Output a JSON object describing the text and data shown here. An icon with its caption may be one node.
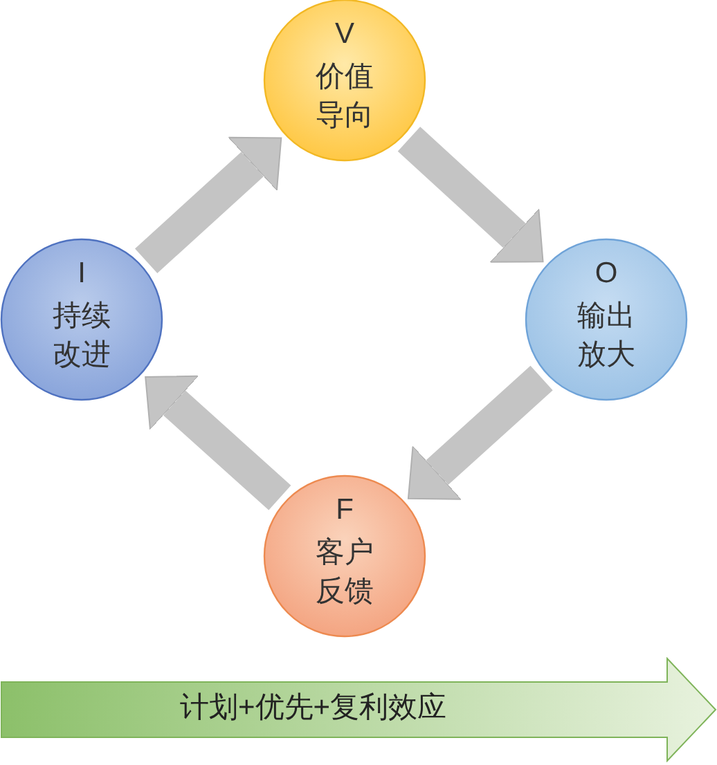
{
  "diagram": {
    "nodes": [
      {
        "text": [
          "V",
          "价值导向"
        ]
      },
      {
        "text": [
          "O",
          "输出放大"
        ]
      },
      {
        "text": [
          "F",
          "客户反馈"
        ]
      },
      {
        "text": [
          "I",
          "持续改进"
        ]
      },
      {
        "text": [
          "计划+优先+复利效应"
        ]
      }
    ],
    "edges": [
      {
        "from": 3,
        "to": 0,
        "arrow": "to"
      },
      {
        "from": 0,
        "to": 1,
        "arrow": "to"
      },
      {
        "from": 1,
        "to": 2,
        "arrow": "to"
      },
      {
        "from": 2,
        "to": 3,
        "arrow": "to"
      }
    ]
  }
}
